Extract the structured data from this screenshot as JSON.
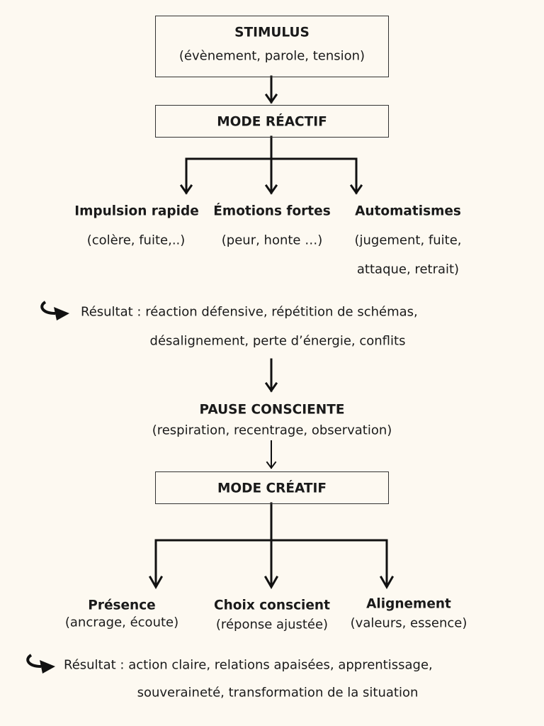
{
  "stimulus": {
    "title": "STIMULUS",
    "subtitle": "(évènement, parole, tension)"
  },
  "reactive_mode": {
    "title": "MODE RÉACTIF",
    "branches": [
      {
        "title": "Impulsion rapide",
        "detail": [
          "(colère, fuite,..)"
        ]
      },
      {
        "title": "Émotions fortes",
        "detail": [
          "(peur, honte …)"
        ]
      },
      {
        "title": "Automatismes",
        "detail": [
          "(jugement, fuite,",
          "attaque, retrait)"
        ]
      }
    ],
    "result": [
      "Résultat : réaction défensive, répétition de schémas,",
      "désalignement, perte d’énergie, conflits"
    ]
  },
  "pause": {
    "title": "PAUSE CONSCIENTE",
    "subtitle": "(respiration, recentrage, observation)"
  },
  "creative_mode": {
    "title": "MODE CRÉATIF",
    "branches": [
      {
        "title": "Présence",
        "detail": "(ancrage, écoute)"
      },
      {
        "title": "Choix conscient",
        "detail": "(réponse ajustée)"
      },
      {
        "title": "Alignement",
        "detail": "(valeurs, essence)"
      }
    ],
    "result": [
      "Résultat : action claire, relations apaisées, apprentissage,",
      "souveraineté, transformation de la situation"
    ]
  },
  "colors": {
    "background": "#fdf9f1",
    "ink": "#1a1a1a"
  }
}
